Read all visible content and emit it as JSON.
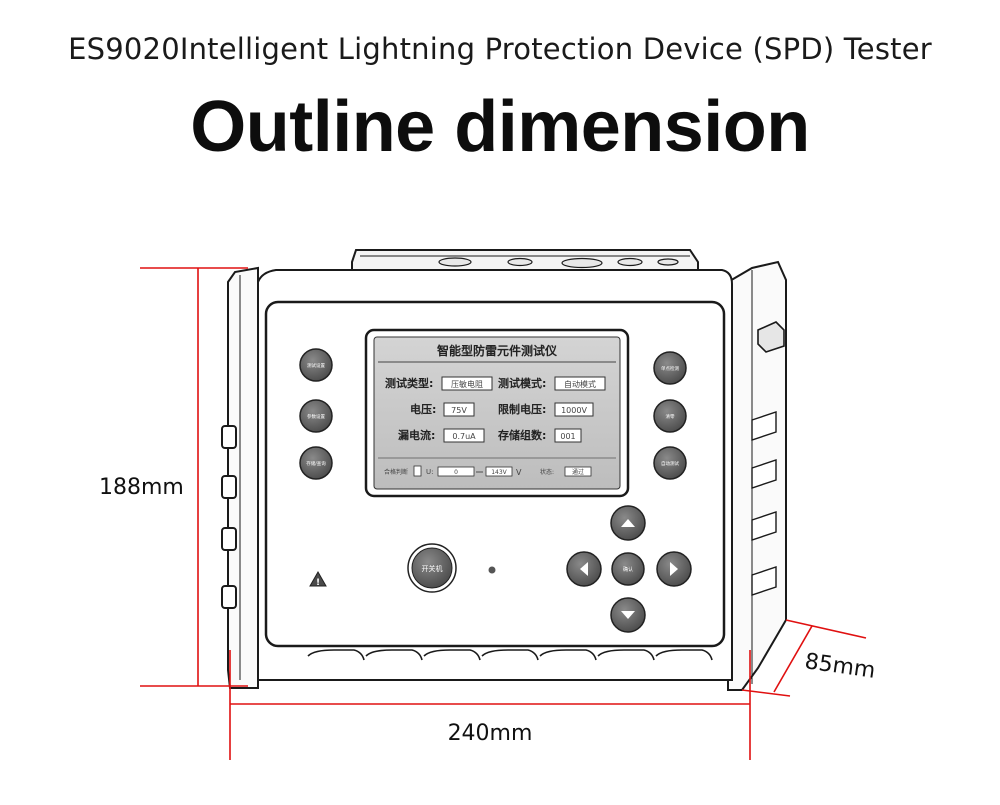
{
  "header": {
    "subtitle": "ES9020Intelligent Lightning Protection Device (SPD) Tester",
    "title": "Outline dimension"
  },
  "dimensions": {
    "height": "188mm",
    "width": "240mm",
    "depth": "85mm"
  },
  "lcd": {
    "title": "智能型防雷元件测试仪",
    "row1_label_a": "测试类型:",
    "row1_value_a": "压敏电阻",
    "row1_label_b": "测试模式:",
    "row1_value_b": "自动模式",
    "row2_label_a": "电压:",
    "row2_value_a": "75V",
    "row2_label_b": "限制电压:",
    "row2_value_b": "1000V",
    "row3_label_a": "漏电流:",
    "row3_value_a": "0.7uA",
    "row3_label_b": "存储组数:",
    "row3_value_b": "001",
    "status_left": "合格判断",
    "status_u": "U:",
    "status_min": "0",
    "status_max": "143V",
    "status_unit": "V",
    "status_label": "状态:",
    "status_value": "通过"
  },
  "buttons": {
    "left_1": "测试设置",
    "left_2": "参数设置",
    "left_3": "存储/查询",
    "right_1": "单点检测",
    "right_2": "清零",
    "right_3": "自动测试",
    "power": "开关机",
    "ok": "确认"
  },
  "colors": {
    "dimension_line": "#e01010",
    "outline": "#1a1a1a",
    "lcd_bg": "#c9c9c9",
    "button_fill": "#6b6b6b"
  }
}
